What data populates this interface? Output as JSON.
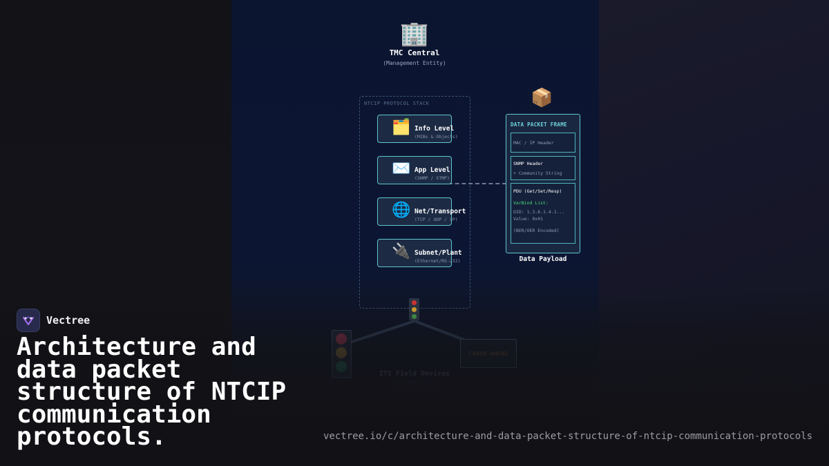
{
  "brand": {
    "name": "Vectree"
  },
  "headline": "Architecture and data packet structure of NTCIP communication protocols.",
  "url": "vectree.io/c/architecture-and-data-packet-structure-of-ntcip-communication-protocols",
  "diagram": {
    "tmc": {
      "icon": "🏢",
      "title": "TMC Central",
      "subtitle": "(Management Entity)"
    },
    "stack_label": "NTCIP PROTOCOL STACK",
    "layers": [
      {
        "icon": "🗂️",
        "name": "Info Level",
        "sub": "(MIBs & Objects)"
      },
      {
        "icon": "✉️",
        "name": "App Level",
        "sub": "(SNMP / STMP)"
      },
      {
        "icon": "🌐",
        "name": "Net/Transport",
        "sub": "(TCP / UDP / IP)"
      },
      {
        "icon": "🔌",
        "name": "Subnet/Plant",
        "sub": "(Ethernet/RS-232)"
      }
    ],
    "packet": {
      "icon": "📦",
      "title": "DATA PACKET FRAME",
      "mac_header": "MAC / IP Header",
      "snmp_header": "SNMP Header",
      "community": "+ Community String",
      "pdu_title": "PDU (Get/Set/Resp)",
      "varbind": "VarBind List:",
      "oid": "OID: 1.3.6.1.4.1...",
      "value": "Value: 0x01",
      "encoding": "(BER/OER Encoded)",
      "label": "Data Payload"
    },
    "field": {
      "sign_text": "CRASH AHEAD",
      "label": "ITS Field Devices",
      "sublabel": "(ASC/DMS/ESS)"
    },
    "colors": {
      "accent": "#5fc7cf",
      "varbind": "#4ade80",
      "background": "#0b1530"
    }
  }
}
